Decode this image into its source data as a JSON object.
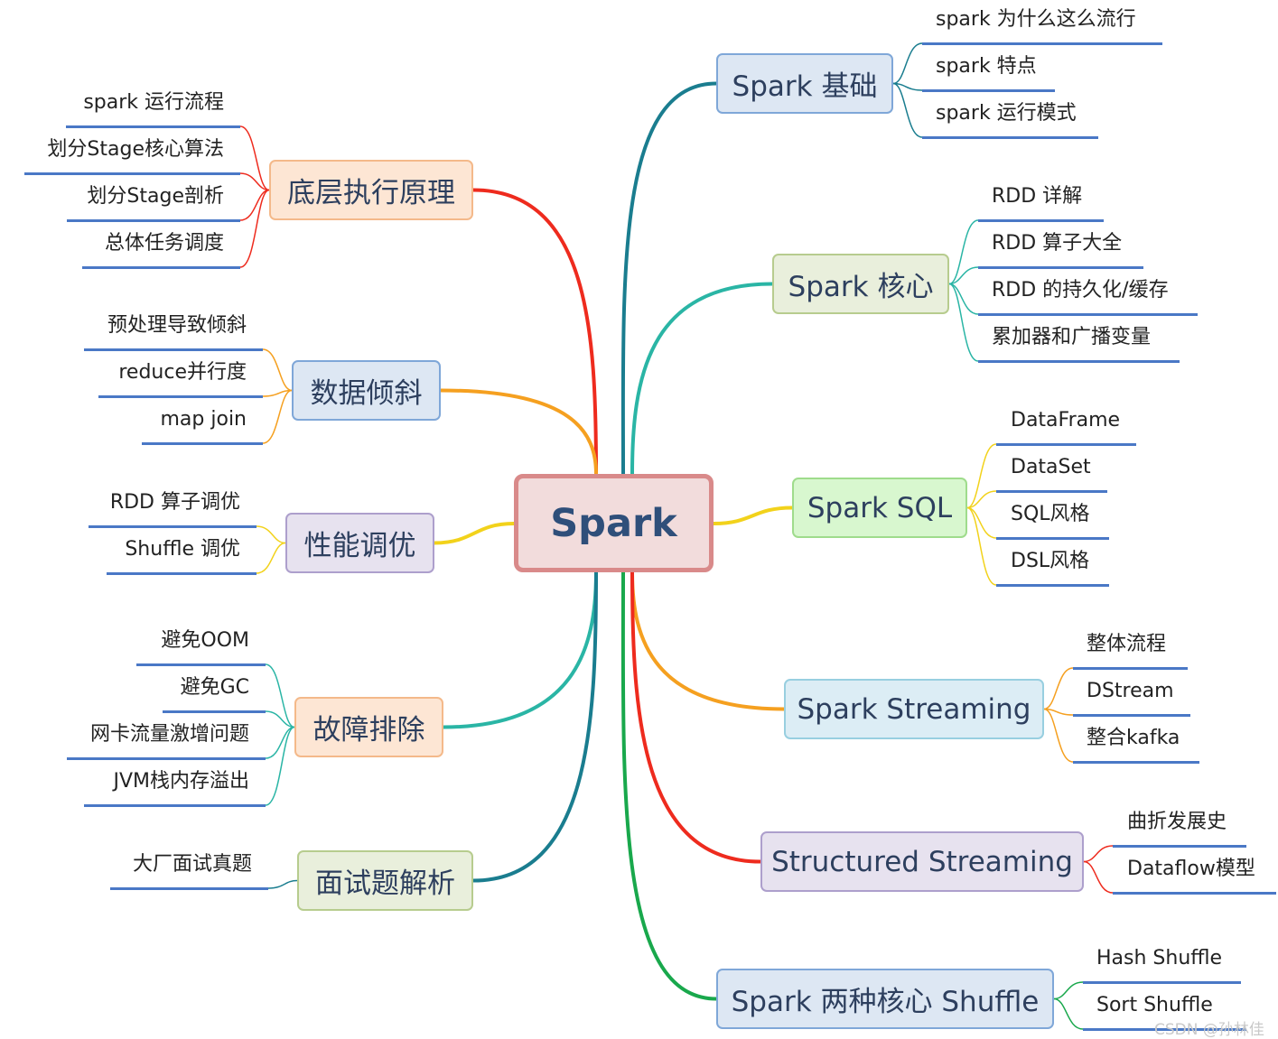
{
  "root": {
    "label": "Spark"
  },
  "branches": [
    {
      "id": "basics",
      "label": "Spark 基础",
      "side": "right",
      "color": "#1a7d8f",
      "fill": "#dde7f3",
      "border": "#7fa7d8",
      "children": [
        "spark 为什么这么流行",
        "spark 特点",
        "spark 运行模式"
      ]
    },
    {
      "id": "core",
      "label": "Spark 核心",
      "side": "right",
      "color": "#2ab5a5",
      "fill": "#e9efdc",
      "border": "#b7cc8e",
      "children": [
        "RDD 详解",
        "RDD 算子大全",
        "RDD 的持久化/缓存",
        "累加器和广播变量"
      ]
    },
    {
      "id": "sql",
      "label": "Spark SQL",
      "side": "right",
      "color": "#f2d21b",
      "fill": "#d8f7cf",
      "border": "#9fdc8c",
      "children": [
        "DataFrame",
        "DataSet",
        "SQL风格",
        "DSL风格"
      ]
    },
    {
      "id": "streaming",
      "label": "Spark Streaming",
      "side": "right",
      "color": "#f5a020",
      "fill": "#dcedf5",
      "border": "#98cfe0",
      "children": [
        "整体流程",
        "DStream",
        "整合kafka"
      ]
    },
    {
      "id": "structured",
      "label": "Structured Streaming",
      "side": "right",
      "color": "#ee2b1e",
      "fill": "#e7e2ef",
      "border": "#ad9fcc",
      "children": [
        "曲折发展史",
        "Dataflow模型"
      ]
    },
    {
      "id": "shuffle",
      "label": "Spark 两种核心 Shuffle",
      "side": "right",
      "color": "#19a84c",
      "fill": "#dde7f3",
      "border": "#7fa7d8",
      "children": [
        "Hash Shuffle",
        "Sort Shuffle"
      ]
    },
    {
      "id": "principles",
      "label": "底层执行原理",
      "side": "left",
      "color": "#ee2b1e",
      "fill": "#fde6d4",
      "border": "#f4b98a",
      "children": [
        "spark 运行流程",
        "划分Stage核心算法",
        "划分Stage剖析",
        "总体任务调度"
      ]
    },
    {
      "id": "skew",
      "label": "数据倾斜",
      "side": "left",
      "color": "#f5a020",
      "fill": "#dde7f3",
      "border": "#7fa7d8",
      "children": [
        "预处理导致倾斜",
        "reduce并行度",
        "map join"
      ]
    },
    {
      "id": "tuning",
      "label": "性能调优",
      "side": "left",
      "color": "#f2d21b",
      "fill": "#e7e2ef",
      "border": "#ad9fcc",
      "children": [
        "RDD 算子调优",
        "Shuffle 调优"
      ]
    },
    {
      "id": "fault",
      "label": "故障排除",
      "side": "left",
      "color": "#2ab5a5",
      "fill": "#fde6d4",
      "border": "#f4b98a",
      "children": [
        "避免OOM",
        "避免GC",
        "网卡流量激增问题",
        "JVM栈内存溢出"
      ]
    },
    {
      "id": "interview",
      "label": "面试题解析",
      "side": "left",
      "color": "#1a7d8f",
      "fill": "#e9efdc",
      "border": "#b7cc8e",
      "children": [
        "大厂面试真题"
      ]
    }
  ],
  "colors": {
    "root_fill": "#f2dcdc",
    "root_border": "#d98a8a",
    "underline": "#4a78c6"
  },
  "watermark": "CSDN @孙林佳"
}
